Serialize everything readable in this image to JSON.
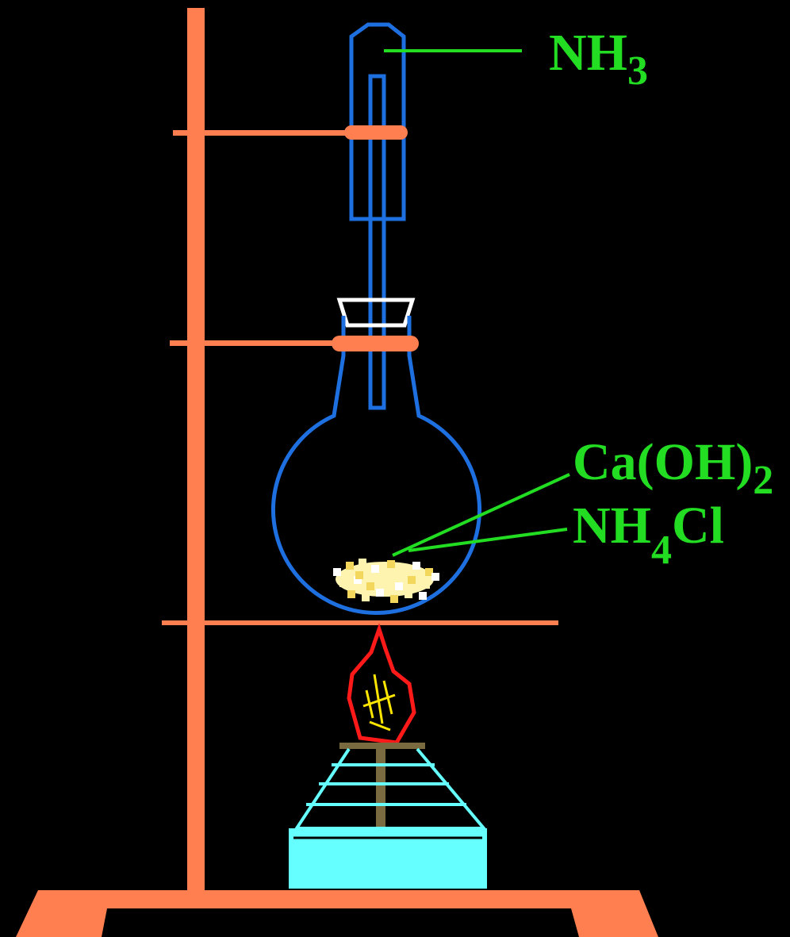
{
  "labels": {
    "gas": {
      "main": "NH",
      "sub": "3"
    },
    "reagent1": {
      "main": "Ca(OH)",
      "sub": "2"
    },
    "reagent2": {
      "main": "NH",
      "sub": "4",
      "tail": "Cl"
    }
  },
  "colors": {
    "background": "#000000",
    "stand": "#FF7F50",
    "glass": "#1E6FE0",
    "stopper": "#FFFFFF",
    "label": "#22DD22",
    "flame_outer": "#FF1A1A",
    "flame_inner": "#FFE600",
    "lamp_body": "#66FFFF",
    "wick": "#7A6A40",
    "powder": "#FFF3B0"
  }
}
